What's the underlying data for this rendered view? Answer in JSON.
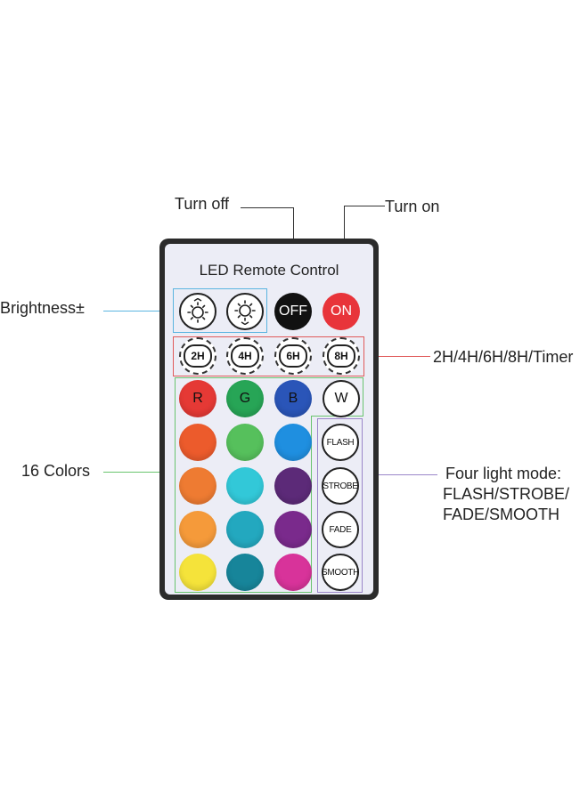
{
  "callouts": {
    "turn_off": "Turn off",
    "turn_on": "Turn on",
    "brightness": "Brightness±",
    "timer": "2H/4H/6H/8H/Timer",
    "colors": "16 Colors",
    "modes_line1": "Four light mode:",
    "modes_line2": "FLASH/STROBE/",
    "modes_line3": "FADE/SMOOTH"
  },
  "remote": {
    "title": "LED Remote Control",
    "row1": {
      "brightness_down_icon": "sun-dim-icon",
      "brightness_up_icon": "sun-bright-icon",
      "off_label": "OFF",
      "on_label": "ON"
    },
    "timers": [
      "2H",
      "4H",
      "6H",
      "8H"
    ],
    "rgbw": [
      "R",
      "G",
      "B",
      "W"
    ],
    "modes": [
      "FLASH",
      "STROBE",
      "FADE",
      "SMOOTH"
    ]
  },
  "colors": {
    "off_button": "#111111",
    "on_button": "#e8343a",
    "brightness_box": "#5ab4e0",
    "timer_box": "#e05a5a",
    "colors_box": "#69c46f",
    "modes_box": "#9a86c9",
    "red": "#e53935",
    "green": "#27a556",
    "blue": "#2a55b8",
    "swatches": [
      "#ec5b2c",
      "#56c05c",
      "#1f8fe0",
      "#ee7b32",
      "#32c8d8",
      "#5c2a78",
      "#f59a3a",
      "#23a8bf",
      "#7a2a8c",
      "#f5e33a",
      "#17859a",
      "#d8339a"
    ]
  }
}
